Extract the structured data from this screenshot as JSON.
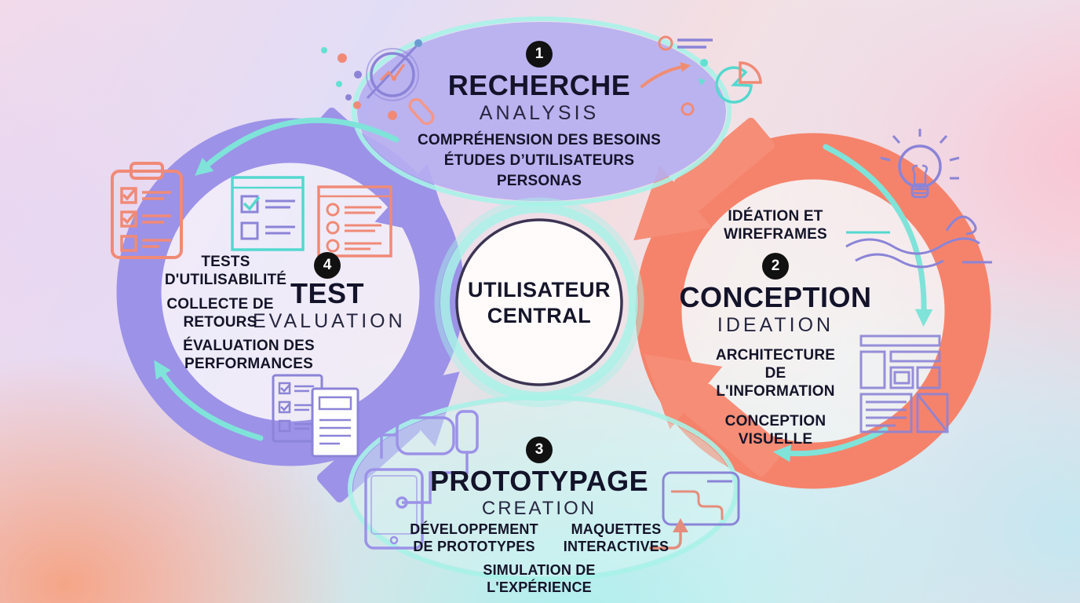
{
  "center": {
    "label": "UTILISATEUR CENTRAL"
  },
  "phases": [
    {
      "number": "1",
      "title": "RECHERCHE",
      "subtitle": "ANALYSIS",
      "items": [
        "COMPRÉHENSION DES BESOINS",
        "ÉTUDES D’UTILISATEURS",
        "PERSONAS"
      ]
    },
    {
      "number": "2",
      "title": "CONCEPTION",
      "subtitle": "IDEATION",
      "items": [
        "IDÉATION ET WIREFRAMES",
        "ARCHITECTURE DE L'INFORMATION",
        "CONCEPTION VISUELLE"
      ]
    },
    {
      "number": "3",
      "title": "PROTOTYPAGE",
      "subtitle": "CREATION",
      "items": [
        "DÉVELOPPEMENT DE PROTOTYPES",
        "MAQUETTES INTERACTIVES",
        "SIMULATION DE L'EXPÉRIENCE"
      ]
    },
    {
      "number": "4",
      "title": "TEST",
      "subtitle": "EVALUATION",
      "items": [
        "TESTS D'UTILISABILITÉ",
        "COLLECTE DE RETOURS",
        "ÉVALUATION DES PERFORMANCES"
      ]
    }
  ],
  "colors": {
    "purple_ring": "#9c92e8",
    "salmon_ring": "#f5836b",
    "teal_accent": "#7fe3d9",
    "lavender_blob": "#b6aff0",
    "badge_bg": "#111111",
    "text": "#16162b",
    "center_fill": "#fffbfb",
    "center_border": "#3b3452"
  },
  "decorations": [
    "magnifier-trend-icon",
    "pie-chart-icon",
    "list-lines-icon",
    "lightbulb-icon",
    "wave-lines-icon",
    "wireframe-grid-icon",
    "clipboard-checklist-icon",
    "checklist-window-icon",
    "bullet-list-window-icon",
    "checklist-document-icon",
    "text-document-icon",
    "flowchart-icon",
    "tablet-icon",
    "roadmap-icon",
    "scatter-dots"
  ]
}
